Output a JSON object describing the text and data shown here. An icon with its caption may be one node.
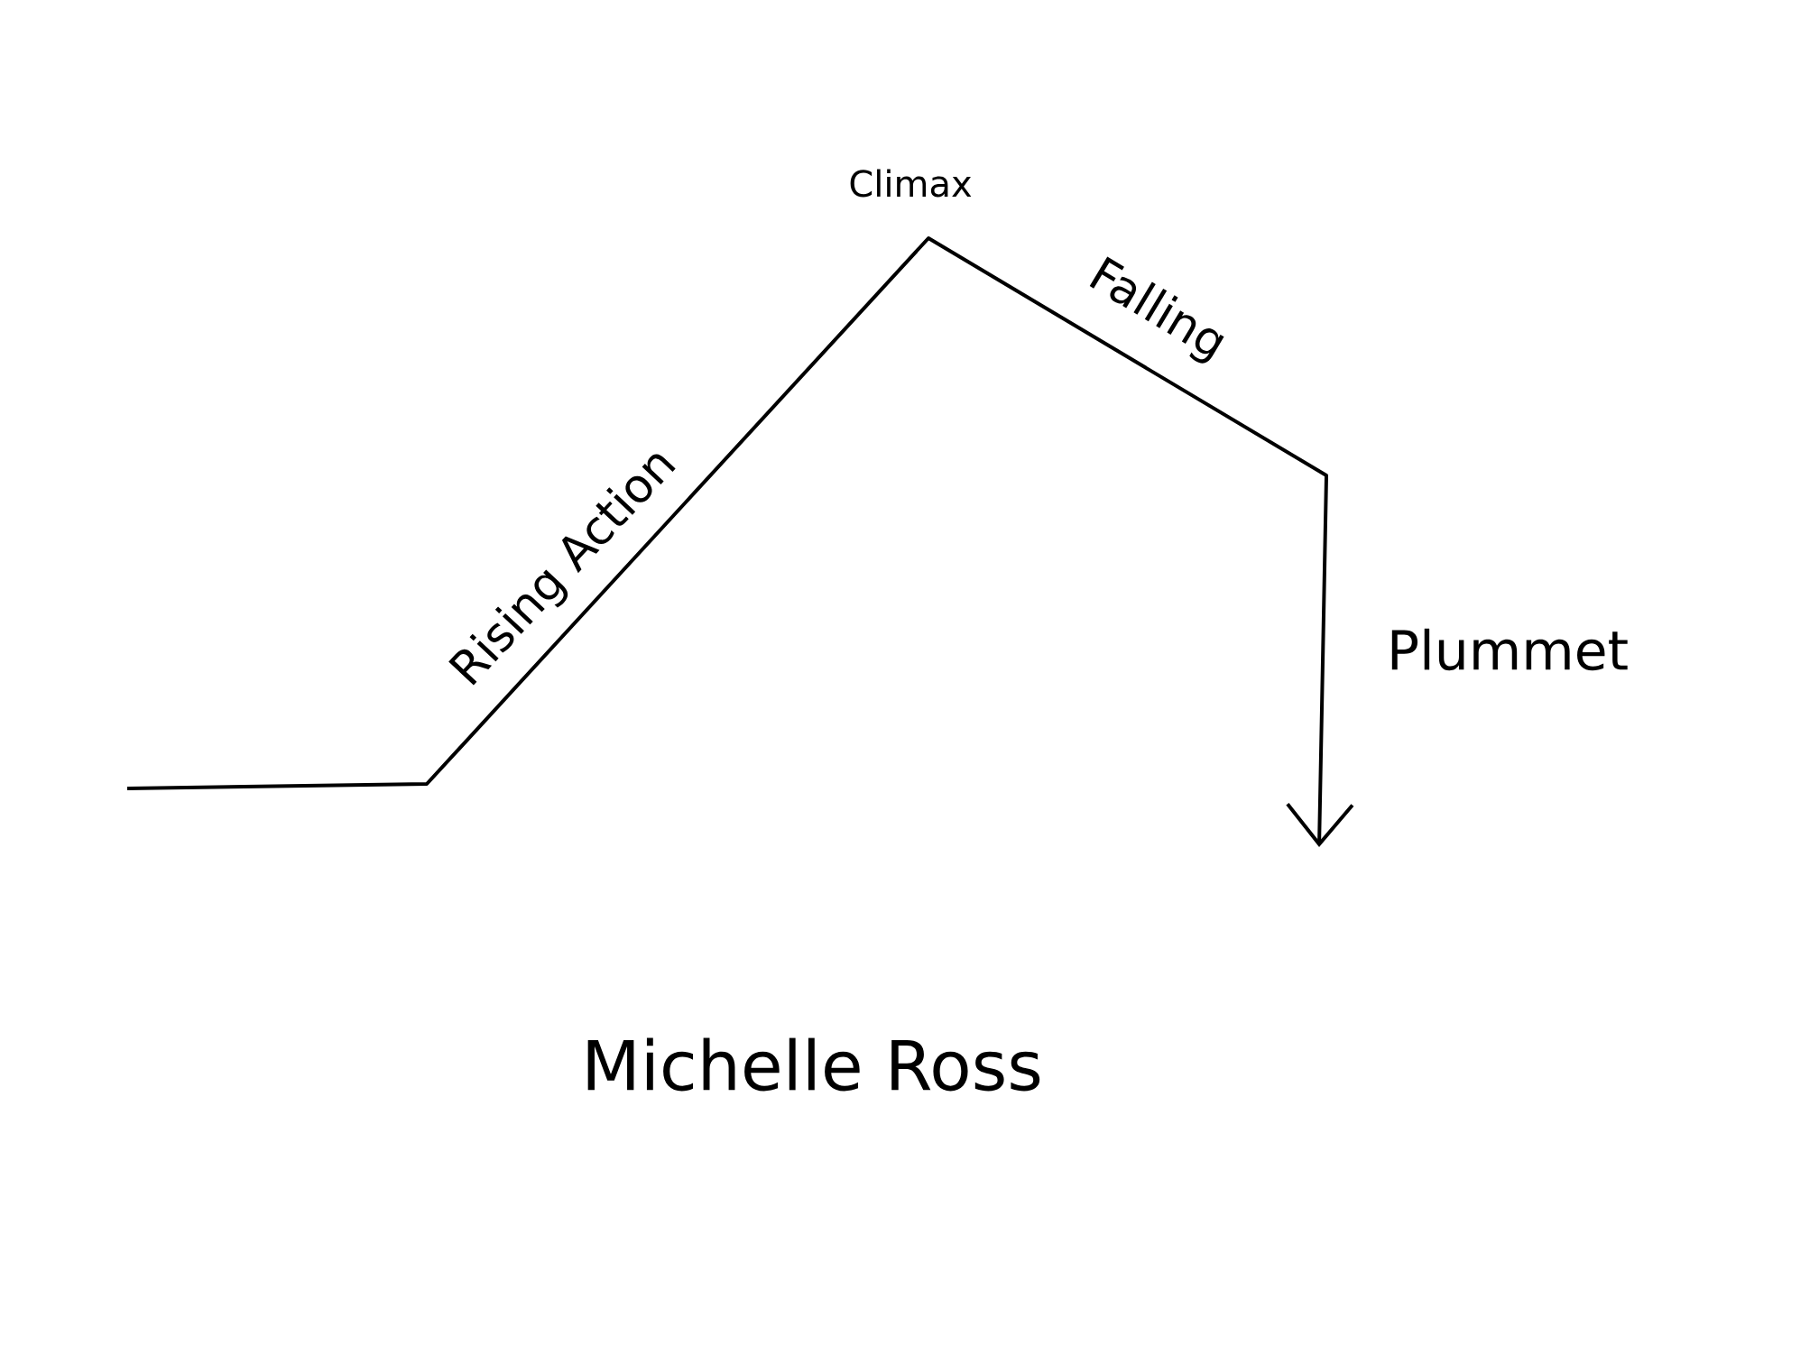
{
  "diagram": {
    "labels": [
      "Climax",
      "Falling",
      "Rising Action",
      "Plummet",
      "Michelle Ross"
    ]
  }
}
